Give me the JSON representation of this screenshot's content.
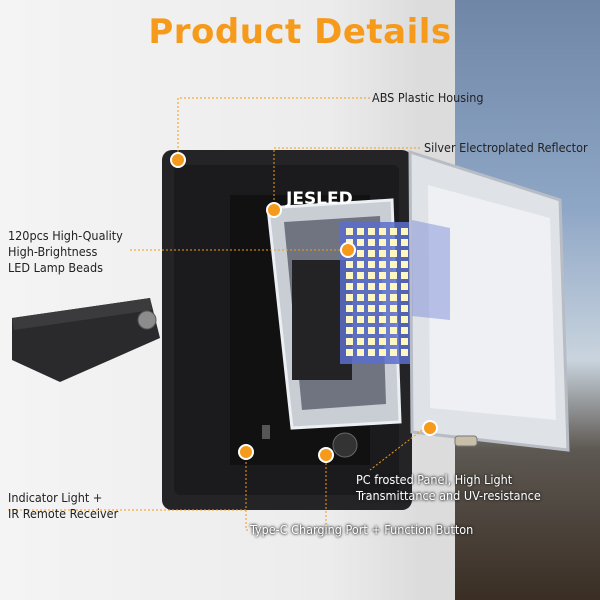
{
  "title": "Product Details",
  "accent_color": "#f59a1b",
  "brand": "JESLED",
  "labels": {
    "housing": "ABS Plastic Housing",
    "reflector": "Silver Electroplated Reflector",
    "beads_line1": "120pcs High-Quality",
    "beads_line2": "High-Brightness",
    "beads_line3": "LED Lamp Beads",
    "panel_line1": "PC frosted Panel, High Light",
    "panel_line2": "Transmittance and UV-resistance",
    "indicator_line1": "Indicator Light +",
    "indicator_line2": "IR Remote Receiver",
    "charging": "Type-C Charging Port + Function Button"
  }
}
